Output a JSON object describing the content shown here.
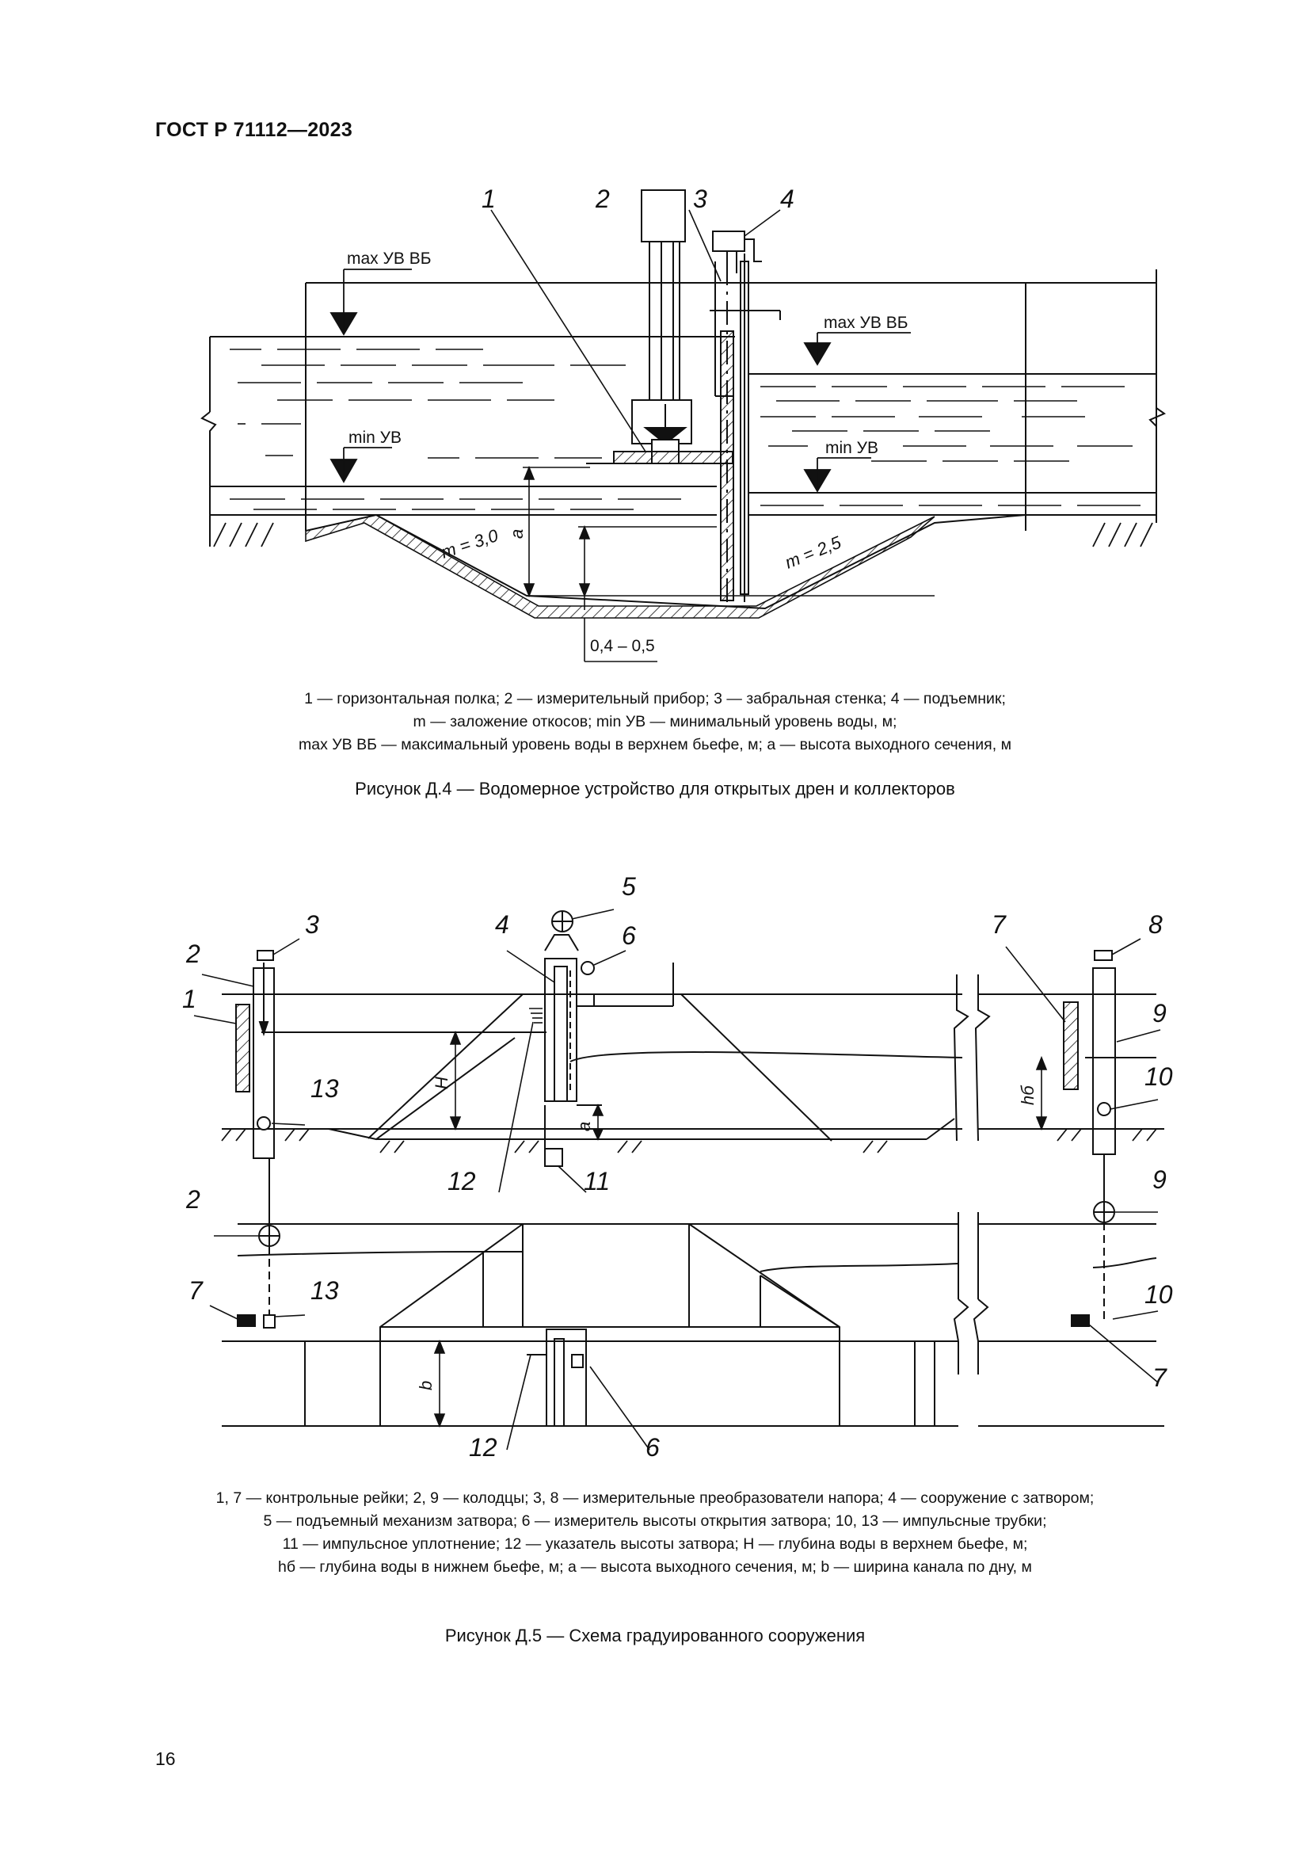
{
  "header": {
    "standard": "ГОСТ Р 71112—2023"
  },
  "figure_d4": {
    "callouts": [
      "1",
      "2",
      "3",
      "4"
    ],
    "labels": {
      "max_left": "max УВ ВБ",
      "max_right": "max УВ ВБ",
      "min_left": "min УВ",
      "min_right": "min УВ",
      "slope_left": "m = 3,0",
      "slope_right": "m = 2,5",
      "height_a": "a",
      "gap": "0,4 – 0,5"
    },
    "legend": [
      "1 — горизонтальная полка; 2 — измерительный прибор; 3 — забральная стенка; 4 — подъемник;",
      "m — заложение откосов; min УВ — минимальный уровень воды, м;",
      "max УВ ВБ — максимальный уровень воды в верхнем бьефе, м; a — высота выходного сечения, м"
    ],
    "caption": "Рисунок Д.4 — Водомерное устройство для открытых дрен и коллекторов"
  },
  "figure_d5": {
    "callouts": [
      "5",
      "3",
      "4",
      "6",
      "7",
      "8",
      "2",
      "1",
      "9",
      "13",
      "10",
      "12",
      "11",
      "2",
      "9",
      "7",
      "13",
      "10",
      "7",
      "12",
      "6"
    ],
    "labels": {
      "depth_H": "H",
      "depth_hb": "hб",
      "height_a": "a",
      "width_b": "b"
    },
    "legend": [
      "1, 7 — контрольные рейки; 2, 9 — колодцы; 3, 8 — измерительные преобразователи напора; 4 — сооружение с затвором;",
      "5 — подъемный механизм затвора; 6 — измеритель высоты открытия затвора; 10, 13 — импульсные трубки;",
      "11 — импульсное уплотнение; 12 — указатель высоты затвора; H — глубина воды в верхнем бьефе, м;",
      "hб — глубина воды в нижнем бьефе, м; a — высота выходного сечения, м; b — ширина канала по дну, м"
    ],
    "caption": "Рисунок Д.5 — Схема градуированного сооружения"
  },
  "page_number": "16"
}
